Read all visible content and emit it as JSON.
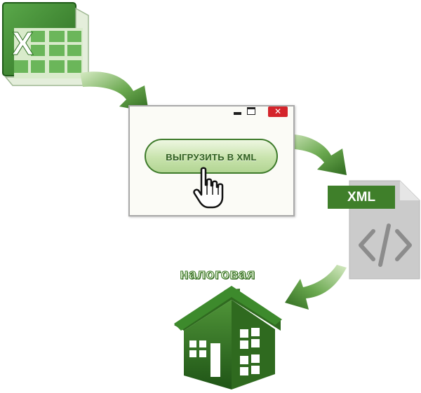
{
  "window": {
    "minimize_icon": "minimize-icon",
    "maximize_icon": "maximize-icon",
    "close_label": "✕",
    "export_button_label": "ВЫГРУЗИТЬ В XML"
  },
  "xml_file": {
    "badge_label": "XML",
    "code_icon": "code-brackets-icon"
  },
  "destination": {
    "label": "налоговая",
    "icon": "house-icon"
  },
  "source": {
    "icon": "excel-icon"
  },
  "colors": {
    "green_dark": "#2f6a1f",
    "green_mid": "#4f9a3a",
    "green_light": "#d8ecc5",
    "close_red": "#d4242b",
    "file_gray": "#c9c9c9"
  }
}
